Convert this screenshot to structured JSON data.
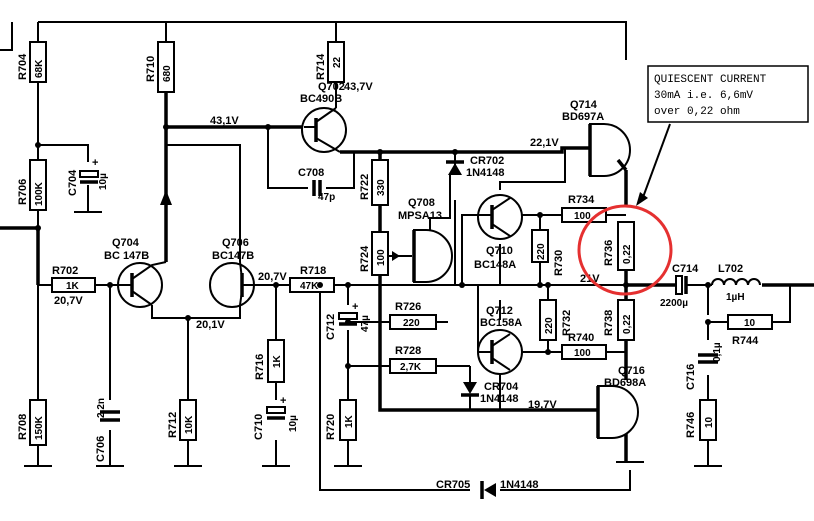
{
  "note": {
    "line1": "QUIESCENT  CURRENT",
    "line2": "30mA  i.e. 6,6mV",
    "line3": "over  0,22 ohm"
  },
  "highlight_color": "#e53030",
  "resistors": {
    "r704": {
      "ref": "R704",
      "val": "68K"
    },
    "r706": {
      "ref": "R706",
      "val": "100K"
    },
    "r708": {
      "ref": "R708",
      "val": "150K"
    },
    "r710": {
      "ref": "R710",
      "val": "680"
    },
    "r712": {
      "ref": "R712",
      "val": "10K"
    },
    "r714": {
      "ref": "R714",
      "val": "22"
    },
    "r702": {
      "ref": "R702",
      "val": "1K"
    },
    "r718": {
      "ref": "R718",
      "val": "47K"
    },
    "r716": {
      "ref": "R716",
      "val": "1K"
    },
    "r720": {
      "ref": "R720",
      "val": "1K"
    },
    "r722": {
      "ref": "R722",
      "val": "330"
    },
    "r724": {
      "ref": "R724",
      "val": "100"
    },
    "r726": {
      "ref": "R726",
      "val": "220"
    },
    "r728": {
      "ref": "R728",
      "val": "2,7K"
    },
    "r730": {
      "ref": "R730",
      "val": "220"
    },
    "r732": {
      "ref": "R732",
      "val": "220"
    },
    "r734": {
      "ref": "R734",
      "val": "100"
    },
    "r736": {
      "ref": "R736",
      "val": "0,22"
    },
    "r738": {
      "ref": "R738",
      "val": "0,22"
    },
    "r740": {
      "ref": "R740",
      "val": "100"
    },
    "r744": {
      "ref": "R744",
      "val": "10"
    },
    "r746": {
      "ref": "R746",
      "val": "10"
    }
  },
  "capacitors": {
    "c704": {
      "ref": "C704",
      "val": "10µ"
    },
    "c706": {
      "ref": "C706",
      "val": "2,2n"
    },
    "c708": {
      "ref": "C708",
      "val": "47p"
    },
    "c710": {
      "ref": "C710",
      "val": "10µ"
    },
    "c712": {
      "ref": "C712",
      "val": "47µ"
    },
    "c714": {
      "ref": "C714",
      "val": "2200µ"
    },
    "c716": {
      "ref": "C716",
      "val": "0,1µ"
    }
  },
  "transistors": {
    "q702": {
      "ref": "Q702",
      "type": "BC490B"
    },
    "q704": {
      "ref": "Q704",
      "type": "BC 147B"
    },
    "q706": {
      "ref": "Q706",
      "type": "BC147B"
    },
    "q708": {
      "ref": "Q708",
      "type": "MPSA13"
    },
    "q710": {
      "ref": "Q710",
      "type": "BC148A"
    },
    "q712": {
      "ref": "Q712",
      "type": "BC158A"
    },
    "q714": {
      "ref": "Q714",
      "type": "BD697A"
    },
    "q716": {
      "ref": "Q716",
      "type": "BD698A"
    }
  },
  "diodes": {
    "cr702": {
      "ref": "CR702",
      "type": "1N4148"
    },
    "cr704": {
      "ref": "CR704",
      "type": "1N4148"
    },
    "cr705": {
      "ref": "CR705",
      "type": "1N4148"
    }
  },
  "inductor": {
    "ref": "L702",
    "val": "1µH"
  },
  "voltages": {
    "v431_a": "43,1V",
    "v437": "43,7V",
    "v221": "22,1V",
    "v207_a": "20,7V",
    "v207_b": "20,7V",
    "v201": "20,1V",
    "v21": "21V",
    "v197": "19,7V"
  }
}
